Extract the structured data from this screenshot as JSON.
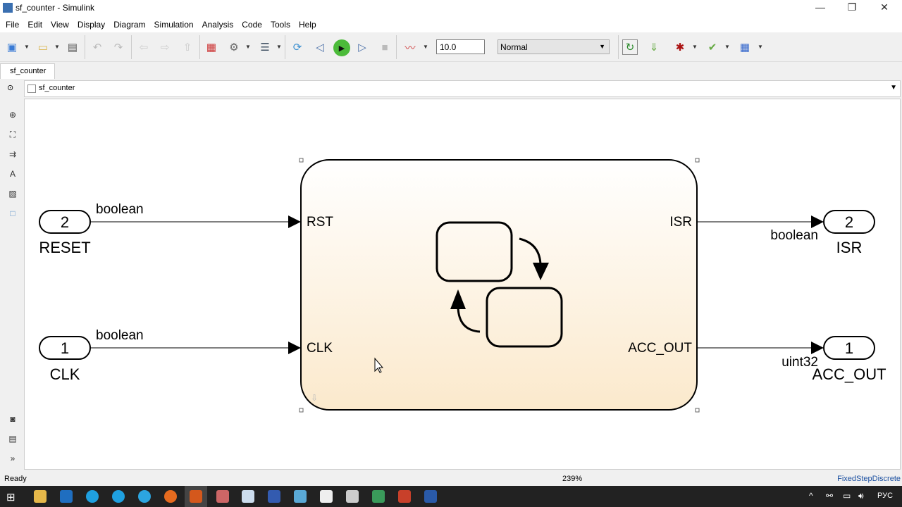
{
  "window": {
    "title": "sf_counter - Simulink",
    "minimize": "—",
    "restore": "❐",
    "close": "✕"
  },
  "menu": [
    "File",
    "Edit",
    "View",
    "Display",
    "Diagram",
    "Simulation",
    "Analysis",
    "Code",
    "Tools",
    "Help"
  ],
  "toolbar": {
    "stop_time": "10.0",
    "sim_mode": "Normal"
  },
  "tab": "sf_counter",
  "breadcrumb": "sf_counter",
  "diagram": {
    "inports": [
      {
        "num": "2",
        "name": "RESET",
        "type": "boolean"
      },
      {
        "num": "1",
        "name": "CLK",
        "type": "boolean"
      }
    ],
    "outports": [
      {
        "num": "2",
        "name": "ISR",
        "type": "boolean"
      },
      {
        "num": "1",
        "name": "ACC_OUT",
        "type": "uint32"
      }
    ],
    "chart": {
      "inputs": [
        "RST",
        "CLK"
      ],
      "outputs": [
        "ISR",
        "ACC_OUT"
      ],
      "fill": "#fcefd8"
    }
  },
  "status": {
    "left": "Ready",
    "zoom": "239%",
    "solver": "FixedStepDiscrete"
  },
  "taskbar": {
    "lang": "РУС"
  }
}
